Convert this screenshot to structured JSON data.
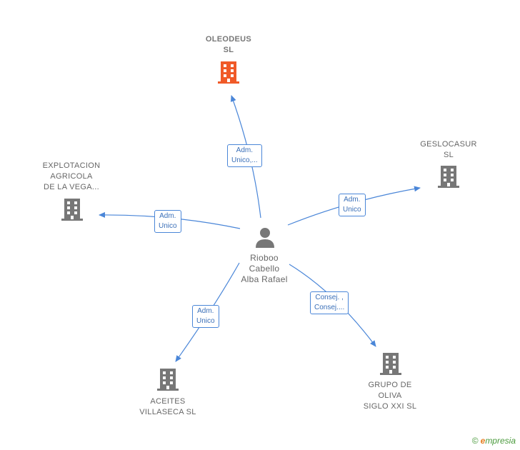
{
  "colors": {
    "edge": "#4a86d8",
    "building_active": "#f05a28",
    "building": "#777777",
    "person": "#777777"
  },
  "center": {
    "lines": [
      "Rioboo",
      "Cabello",
      "Alba Rafael"
    ],
    "icon": "person-icon"
  },
  "nodes": [
    {
      "id": "oleodeus",
      "lines": [
        "OLEODEUS",
        "SL"
      ],
      "icon": "building-icon",
      "highlight": true
    },
    {
      "id": "geslocasur",
      "lines": [
        "GESLOCASUR",
        "SL"
      ],
      "icon": "building-icon",
      "highlight": false
    },
    {
      "id": "explotacion",
      "lines": [
        "EXPLOTACION",
        "AGRICOLA",
        "DE LA VEGA..."
      ],
      "icon": "building-icon",
      "highlight": false
    },
    {
      "id": "aceites",
      "lines": [
        "ACEITES",
        "VILLASECA  SL"
      ],
      "icon": "building-icon",
      "highlight": false
    },
    {
      "id": "grupo",
      "lines": [
        "GRUPO DE",
        "OLIVA",
        "SIGLO XXI  SL"
      ],
      "icon": "building-icon",
      "highlight": false
    }
  ],
  "edges": [
    {
      "to": "oleodeus",
      "lines": [
        "Adm.",
        "Unico,..."
      ]
    },
    {
      "to": "geslocasur",
      "lines": [
        "Adm.",
        "Unico"
      ]
    },
    {
      "to": "explotacion",
      "lines": [
        "Adm.",
        "Unico"
      ]
    },
    {
      "to": "aceites",
      "lines": [
        "Adm.",
        "Unico"
      ]
    },
    {
      "to": "grupo",
      "lines": [
        "Consej. ,",
        "Consej...."
      ]
    }
  ],
  "brand": {
    "copyright": "©",
    "initial": "e",
    "rest": "mpresia"
  }
}
